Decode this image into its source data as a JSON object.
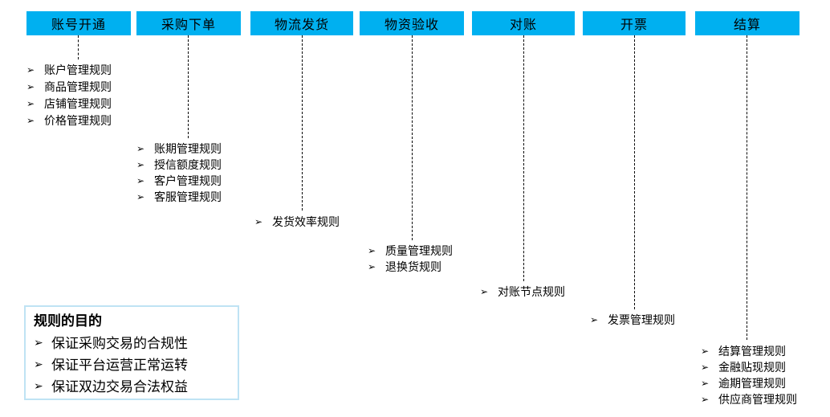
{
  "diagram": {
    "bullet": "➢",
    "colors": {
      "header_bg": "#00b0f0",
      "header_text": "#000000",
      "connector_line": "#000000",
      "purpose_border": "#bfe3f4"
    },
    "columns": [
      {
        "label": "账号开通",
        "rules": [
          "账户管理规则",
          "商品管理规则",
          "店铺管理规则",
          "价格管理规则"
        ]
      },
      {
        "label": "采购下单",
        "rules": [
          "账期管理规则",
          "授信额度规则",
          "客户管理规则",
          "客服管理规则"
        ]
      },
      {
        "label": "物流发货",
        "rules": [
          "发货效率规则"
        ]
      },
      {
        "label": "物资验收",
        "rules": [
          "质量管理规则",
          "退换货规则"
        ]
      },
      {
        "label": "对账",
        "rules": [
          "对账节点规则"
        ]
      },
      {
        "label": "开票",
        "rules": [
          "发票管理规则"
        ]
      },
      {
        "label": "结算",
        "rules": [
          "结算管理规则",
          "金融贴现规则",
          "逾期管理规则",
          "供应商管理规则"
        ]
      }
    ]
  },
  "purpose_box": {
    "title": "规则的目的",
    "items": [
      "保证采购交易的合规性",
      "保证平台运营正常运转",
      "保证双边交易合法权益"
    ]
  }
}
